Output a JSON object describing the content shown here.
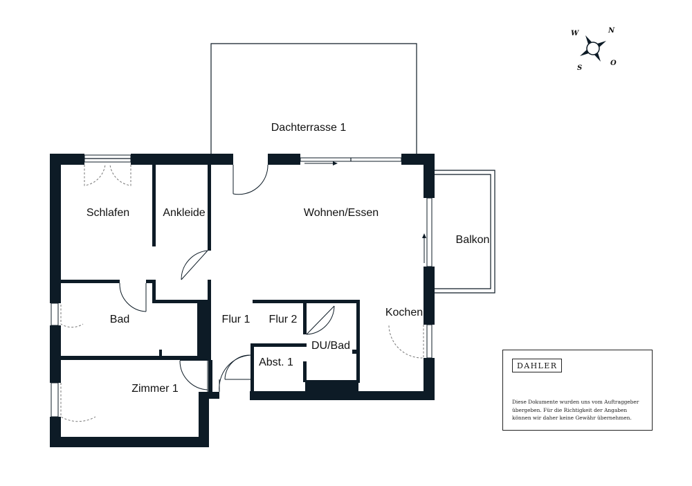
{
  "rooms": {
    "dachterrasse": "Dachterrasse 1",
    "schlafen": "Schlafen",
    "ankleide": "Ankleide",
    "wohnen": "Wohnen/Essen",
    "balkon": "Balkon",
    "bad": "Bad",
    "flur1": "Flur 1",
    "flur2": "Flur 2",
    "kochen": "Kochen",
    "dubad": "DU/Bad",
    "abst": "Abst. 1",
    "zimmer": "Zimmer 1"
  },
  "compass": {
    "n": "N",
    "o": "O",
    "s": "S",
    "w": "W"
  },
  "brand": "DAHLER",
  "disclaimer": [
    "Diese Dokumente wurden uns vom Auftraggeber",
    "übergeben. Für die Richtigkeit der Angaben",
    "können wir daher keine Gewähr übernehmen."
  ]
}
